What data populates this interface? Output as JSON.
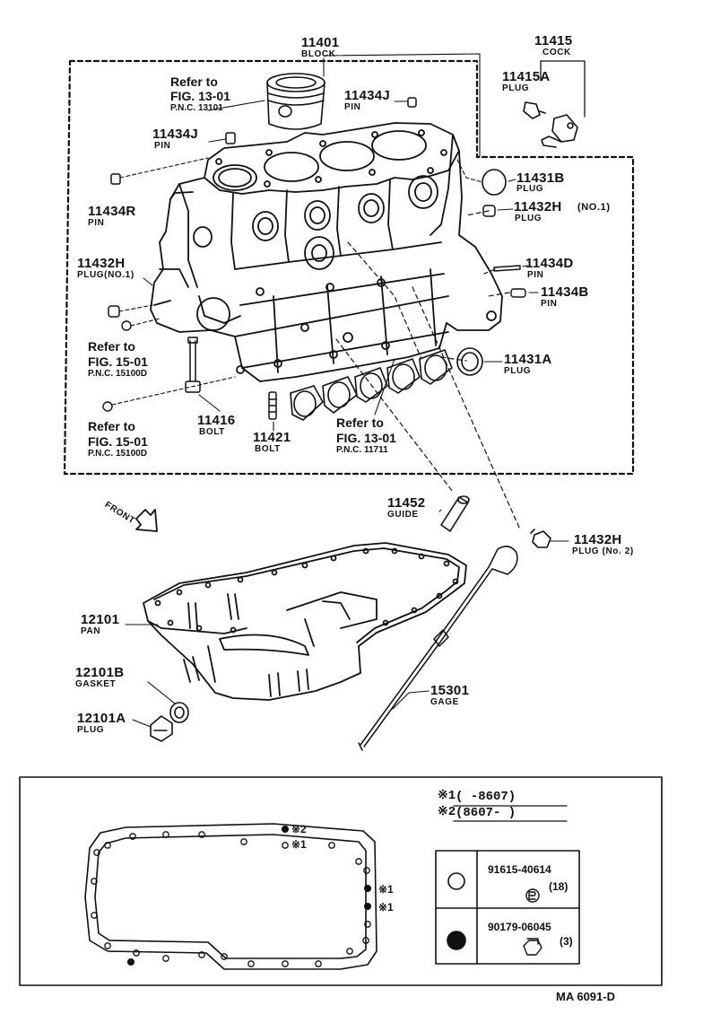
{
  "parts": [
    {
      "id": "p11401",
      "number": "11401",
      "name": "BLOCK"
    },
    {
      "id": "p11415",
      "number": "11415",
      "name": "COCK"
    },
    {
      "id": "p11415A",
      "number": "11415A",
      "name": "PLUG"
    },
    {
      "id": "p11434J_top",
      "number": "11434J",
      "name": "PIN"
    },
    {
      "id": "p11434J_left",
      "number": "11434J",
      "name": "PIN"
    },
    {
      "id": "p11431B",
      "number": "11431B",
      "name": "PLUG"
    },
    {
      "id": "p11432H_no1_right",
      "number": "11432H",
      "qualifier": "(NO.1)",
      "name": "PLUG"
    },
    {
      "id": "p11434R",
      "number": "11434R",
      "name": "PIN"
    },
    {
      "id": "p11434D",
      "number": "11434D",
      "name": "PIN"
    },
    {
      "id": "p11434B",
      "number": "11434B",
      "name": "PIN"
    },
    {
      "id": "p11432H_no1_left",
      "number": "11432H",
      "name": "PLUG(NO.1)"
    },
    {
      "id": "p11431A",
      "number": "11431A",
      "name": "PLUG"
    },
    {
      "id": "p11416",
      "number": "11416",
      "name": "BOLT"
    },
    {
      "id": "p11421",
      "number": "11421",
      "name": "BOLT"
    },
    {
      "id": "p11452",
      "number": "11452",
      "name": "GUIDE"
    },
    {
      "id": "p11432H_no2",
      "number": "11432H",
      "name": "PLUG (No. 2)"
    },
    {
      "id": "p12101",
      "number": "12101",
      "name": "PAN"
    },
    {
      "id": "p12101B",
      "number": "12101B",
      "name": "GASKET"
    },
    {
      "id": "p12101A",
      "number": "12101A",
      "name": "PLUG"
    },
    {
      "id": "p15301",
      "number": "15301",
      "name": "GAGE"
    }
  ],
  "refs": [
    {
      "id": "ref_piston",
      "line1": "Refer to",
      "line2": "FIG. 13-01",
      "line3": "P.N.C. 13101"
    },
    {
      "id": "ref_15_a",
      "line1": "Refer to",
      "line2": "FIG. 15-01",
      "line3": "P.N.C. 15100D"
    },
    {
      "id": "ref_15_b",
      "line1": "Refer to",
      "line2": "FIG. 15-01",
      "line3": "P.N.C. 15100D"
    },
    {
      "id": "ref_bearing",
      "line1": "Refer to",
      "line2": "FIG. 13-01",
      "line3": "P.N.C. 11711"
    }
  ],
  "front_label": "FRONT",
  "legend": {
    "mark1": "※1",
    "range1": "(      -8607)",
    "mark2": "※2",
    "range2": "(8607-       )",
    "hole_mark1": "※1",
    "hole_mark2": "※2",
    "side_mark1a": "※1",
    "side_mark1b": "※1",
    "open_bolt_pn": "91615-40614",
    "open_bolt_qty": "(18)",
    "filled_bolt_pn": "90179-06045",
    "filled_bolt_qty": "(3)"
  },
  "footer_code": "MA 6091-D"
}
